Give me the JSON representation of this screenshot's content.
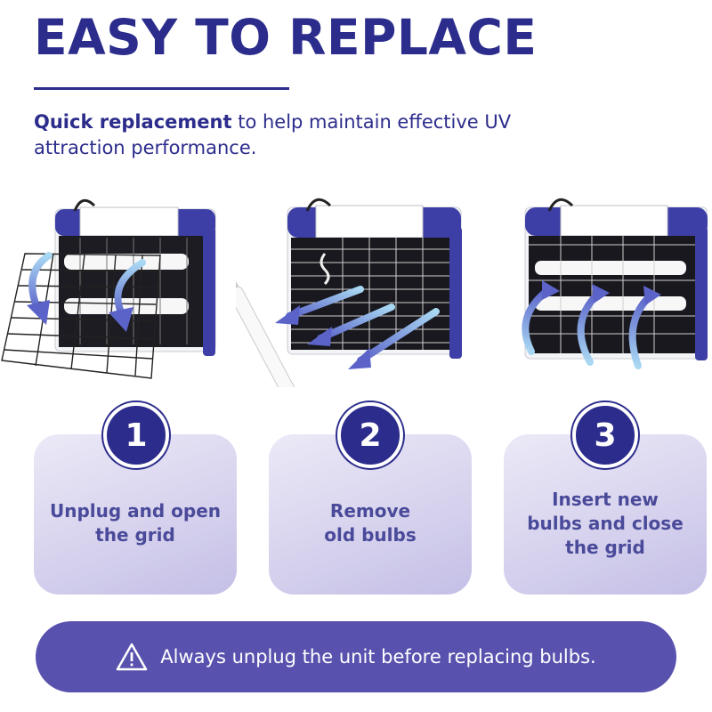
{
  "header": {
    "title": "EASY TO REPLACE",
    "subtitle_bold": "Quick replacement",
    "subtitle_rest": " to help maintain effective UV attraction performance."
  },
  "steps": [
    {
      "number": "1",
      "label": "Unplug and open the grid"
    },
    {
      "number": "2",
      "label": "Remove old bulbs"
    },
    {
      "number": "3",
      "label": "Insert new bulbs and close the grid"
    }
  ],
  "warning": {
    "icon": "warning-triangle-icon",
    "text": "Always unplug the unit before replacing bulbs."
  },
  "colors": {
    "brand": "#2c2c8c",
    "accent": "#5852ae",
    "card": "#d7d3ee",
    "arrow": "#7fb4e6"
  }
}
